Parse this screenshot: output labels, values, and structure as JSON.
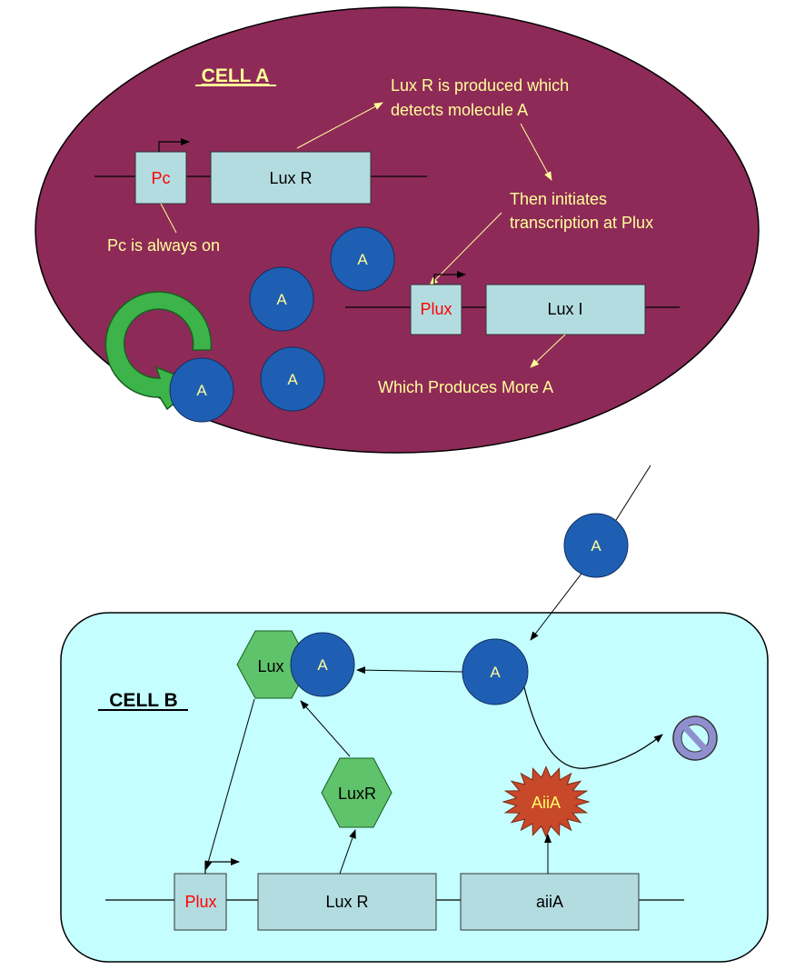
{
  "colors": {
    "cell_a_fill": "#8e2a58",
    "cell_b_fill": "#c4fefe",
    "gene_box_fill": "#b3dce0",
    "molecule_fill": "#1f5fb3",
    "annotation_text": "#ffff99",
    "promoter_text": "#ff0000",
    "hexagon_fill": "#5fc36b",
    "aiia_star_fill": "#c8482a",
    "aiia_text": "#ffff66",
    "cycle_arrow_fill": "#3cb44a",
    "inhibit_fill": "#8f8fcf"
  },
  "cell_a": {
    "title": "CELL A",
    "promoter_pc": "Pc",
    "gene_luxr": "Lux R",
    "promoter_plux": "Plux",
    "gene_luxi": "Lux I",
    "annotations": {
      "luxr_produced_line1": "Lux R is produced which",
      "luxr_produced_line2": "detects molecule A",
      "initiates_line1": "Then initiates",
      "initiates_line2": "transcription at Plux",
      "pc_always_on": "Pc is always on",
      "produces_more": "Which Produces More A"
    },
    "molecules": [
      "A",
      "A",
      "A",
      "A"
    ]
  },
  "transit_molecule": "A",
  "cell_b": {
    "title": "CELL B",
    "molecule_incoming": "A",
    "complex_hexagon": "Lux",
    "complex_molecule": "A",
    "luxr_protein": "LuxR",
    "aiia_protein": "AiiA",
    "promoter_plux": "Plux",
    "gene_luxr": "Lux R",
    "gene_aiia": "aiiA"
  }
}
